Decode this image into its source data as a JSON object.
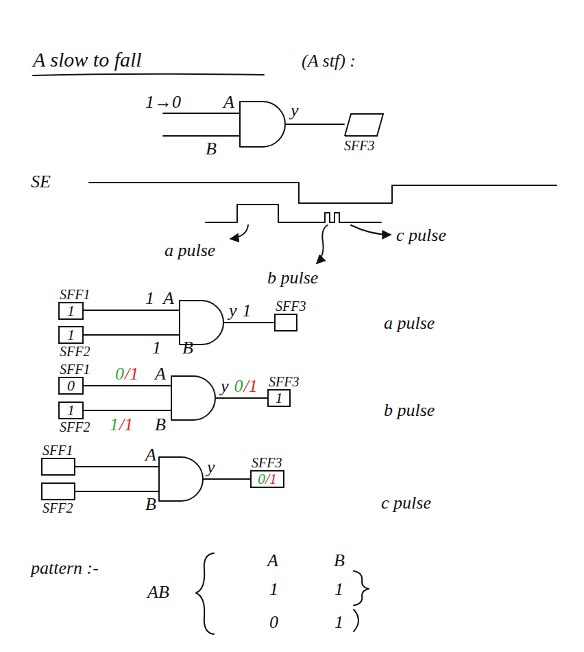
{
  "diagram": {
    "title": "A slow to fall",
    "nodes": [
      {
        "text": [
          "SFF3"
        ]
      },
      {
        "text": [
          "SFF1",
          "1"
        ]
      },
      {
        "text": [
          "1",
          "SFF2"
        ]
      },
      {
        "text": [
          "SFF3"
        ]
      },
      {
        "text": [
          "SFF1",
          "0"
        ]
      },
      {
        "text": [
          "1",
          "SFF2"
        ]
      },
      {
        "text": [
          "SFF3",
          "1"
        ]
      },
      {
        "text": [
          "SFF1"
        ]
      },
      {
        "text": [
          "SFF2"
        ]
      },
      {
        "text": [
          "SFF3",
          "0",
          "/1"
        ]
      }
    ],
    "labels": [
      "1→0",
      "A",
      "B",
      "y",
      "SE",
      "a pulse",
      "b pulse",
      "c pulse",
      "1",
      "A",
      "1",
      "B",
      "y",
      "1",
      "a pulse",
      "0",
      "/1",
      "A",
      "1",
      "/1",
      "B",
      "y",
      "0",
      "/1",
      "b pulse",
      "A",
      "B",
      "y",
      "c pulse",
      "pattern :-",
      "AB",
      "A",
      "B",
      "1",
      "1",
      "0",
      "1",
      "(A stf) :"
    ]
  }
}
